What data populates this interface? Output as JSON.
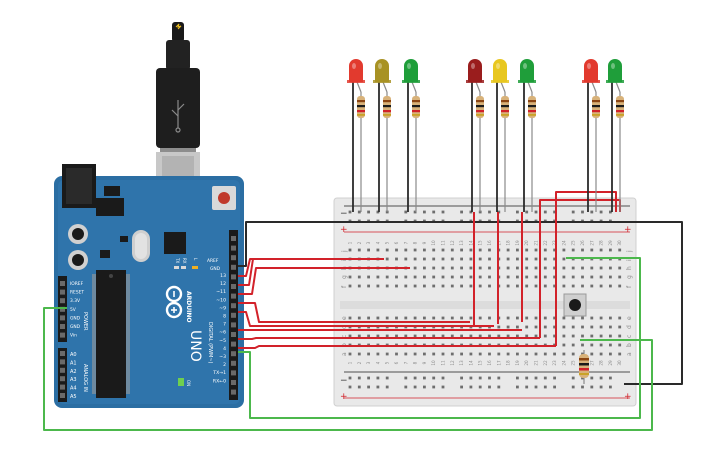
{
  "board": {
    "brand": "ARDUINO",
    "model": "UNO",
    "label_aref": "AREF",
    "label_gnd": "GND",
    "digital_pins": [
      "13",
      "12",
      "~11",
      "~10",
      "~9",
      "8",
      "7",
      "~6",
      "~5",
      "4",
      "~3",
      "2",
      "TX→1",
      "RX←0"
    ],
    "label_digital": "DIGITAL (PWM~)",
    "power_pins": [
      "IOREF",
      "RESET",
      "3.3V",
      "5V",
      "GND",
      "GND",
      "Vin"
    ],
    "label_power": "POWER",
    "analog_pins": [
      "A0",
      "A1",
      "A2",
      "A3",
      "A4",
      "A5"
    ],
    "label_analog": "ANALOG IN",
    "label_on": "ON",
    "label_l": "L",
    "label_tx": "TX",
    "label_rx": "RX"
  },
  "breadboard": {
    "columns": [
      "1",
      "2",
      "3",
      "4",
      "5",
      "6",
      "7",
      "8",
      "9",
      "10",
      "11",
      "12",
      "13",
      "14",
      "15",
      "16",
      "17",
      "18",
      "19",
      "20",
      "21",
      "22",
      "23",
      "24",
      "25",
      "26",
      "27",
      "28",
      "29",
      "30"
    ],
    "rows_top": [
      "j",
      "i",
      "h",
      "g",
      "f"
    ],
    "rows_bottom": [
      "e",
      "d",
      "c",
      "b",
      "a"
    ],
    "rail_plus": "+",
    "rail_minus": "−"
  },
  "leds": [
    {
      "name": "red-led-1",
      "color": "#e23a2e"
    },
    {
      "name": "yellow-led-1",
      "color": "#a89224"
    },
    {
      "name": "green-led-1",
      "color": "#1f9e3a"
    },
    {
      "name": "red-led-2",
      "color": "#9a1d1d"
    },
    {
      "name": "yellow-led-2",
      "color": "#e8c720"
    },
    {
      "name": "green-led-2",
      "color": "#1f9e3a"
    },
    {
      "name": "red-led-3",
      "color": "#e23a2e"
    },
    {
      "name": "green-led-3",
      "color": "#1f9e3a"
    }
  ],
  "colors": {
    "board": "#2b6ea3",
    "board_dark": "#1d527c",
    "breadboard": "#e9e9e9",
    "wire_red": "#d2222a",
    "wire_black": "#2a2a2a",
    "wire_green": "#4cb84c"
  }
}
